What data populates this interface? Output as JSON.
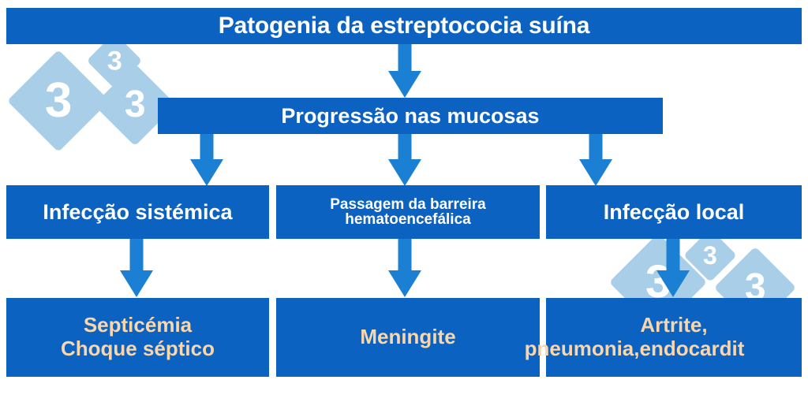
{
  "diagram": {
    "type": "flowchart",
    "title": "Patogenia da estreptococia suína",
    "language": "pt",
    "colors": {
      "box_fill": "#0b62c0",
      "box_text": "#ffffff",
      "outcome_text": "#fad6ab",
      "arrow": "#1b7fd4",
      "watermark": "#a9cfe8",
      "background": "#ffffff"
    },
    "nodes": {
      "title": "Patogenia da estreptococia suína",
      "mucosa": "Progressão nas mucosas",
      "systemic": "Infecção sistémica",
      "barrier_line1": "Passagem da barreira",
      "barrier_line2": "hematoencefálica",
      "local": "Infecção local",
      "sepsis_line1": "Septicémia",
      "sepsis_line2": "Choque séptico",
      "meningitis": "Meningite",
      "arthritis_line1": "Artrite,",
      "arthritis_line2": "pneumonia,endocardit"
    },
    "edges": [
      {
        "from": "title",
        "to": "mucosa"
      },
      {
        "from": "mucosa",
        "to": "systemic"
      },
      {
        "from": "mucosa",
        "to": "barrier"
      },
      {
        "from": "mucosa",
        "to": "local"
      },
      {
        "from": "systemic",
        "to": "sepsis"
      },
      {
        "from": "barrier",
        "to": "meningitis"
      },
      {
        "from": "local",
        "to": "arthritis"
      }
    ],
    "watermark": {
      "glyph": "3",
      "note": "diagonal diamond tiles with numeral 3"
    }
  }
}
